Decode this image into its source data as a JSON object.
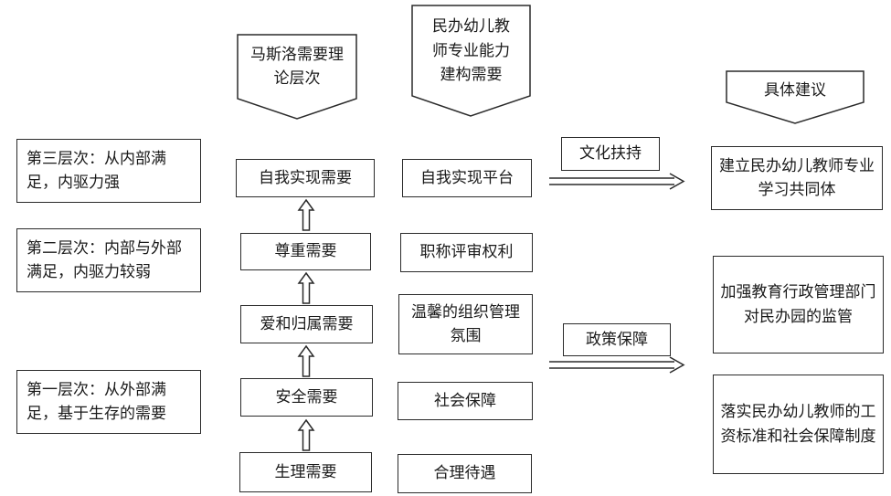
{
  "headers": {
    "maslow": "马斯洛需要理论层次",
    "teacher": "民办幼儿教师专业能力建构需要",
    "suggest": "具体建议"
  },
  "levels": {
    "third": "第三层次：从内部满足，内驱力强",
    "second": "第二层次：内部与外部满足，内驱力较弱",
    "first": "第一层次：从外部满足，基于生存的需要"
  },
  "maslow_needs": [
    "自我实现需要",
    "尊重需要",
    "爱和归属需要",
    "安全需要",
    "生理需要"
  ],
  "teacher_needs": [
    "自我实现平台",
    "职称评审权利",
    "温馨的组织管理氛围",
    "社会保障",
    "合理待遇"
  ],
  "supports": {
    "culture": "文化扶持",
    "policy": "政策保障"
  },
  "suggestions": [
    "建立民办幼儿教师专业学习共同体",
    "加强教育行政管理部门对民办园的监管",
    "落实民办幼儿教师的工资标准和社会保障制度"
  ]
}
